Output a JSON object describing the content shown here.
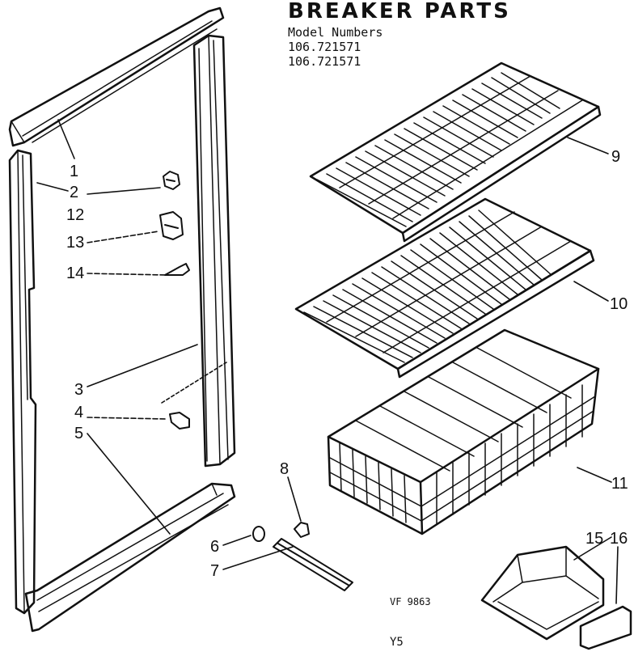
{
  "header": {
    "title": "BREAKER PARTS",
    "model_label": "Model Numbers",
    "models": [
      "106.721571",
      "106.721571"
    ]
  },
  "callouts": {
    "c1": "1",
    "c2": "2",
    "c3": "3",
    "c4": "4",
    "c5": "5",
    "c6": "6",
    "c7": "7",
    "c8": "8",
    "c9": "9",
    "c10": "10",
    "c11": "11",
    "c12": "12",
    "c13": "13",
    "c14": "14",
    "c15": "15",
    "c16": "16"
  },
  "footer": {
    "code": "VF 9863",
    "page": "Y5"
  }
}
